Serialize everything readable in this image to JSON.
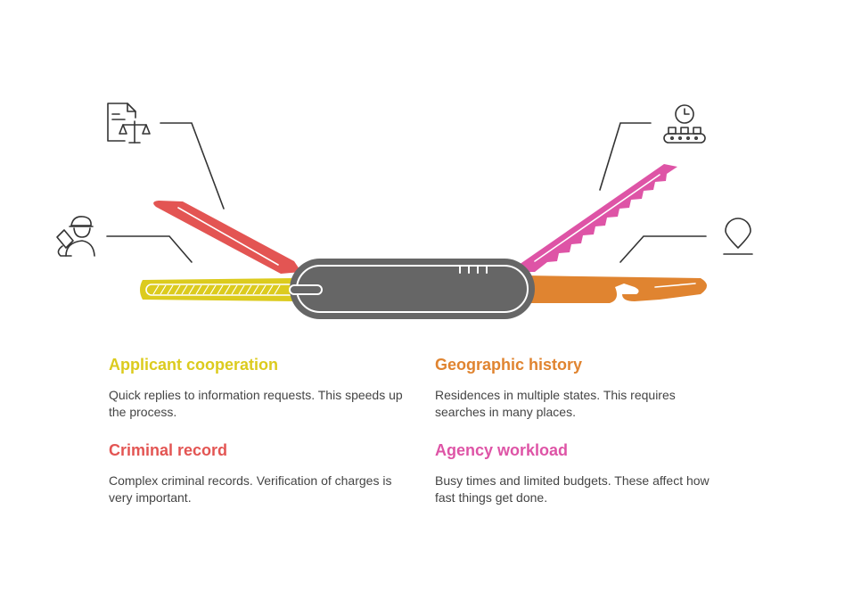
{
  "colors": {
    "yellow": "#DCCB1E",
    "red": "#E35553",
    "pink": "#DE54A6",
    "orange": "#E08430",
    "handle": "#666666",
    "stroke": "#333333"
  },
  "icons": {
    "applicant": "worker-with-clipboard-icon",
    "criminal": "legal-document-scales-icon",
    "agency": "clock-conveyor-queue-icon",
    "geographic": "location-pin-icon"
  },
  "items": {
    "applicant": {
      "title": "Applicant cooperation",
      "text": "Quick replies to information requests. This speeds up the process."
    },
    "criminal": {
      "title": "Criminal record",
      "text": "Complex criminal records. Verification of charges is very important."
    },
    "geographic": {
      "title": "Geographic history",
      "text": "Residences in multiple states. This requires searches in many places."
    },
    "agency": {
      "title": "Agency workload",
      "text": "Busy times and limited budgets. These affect how fast things get done."
    }
  }
}
